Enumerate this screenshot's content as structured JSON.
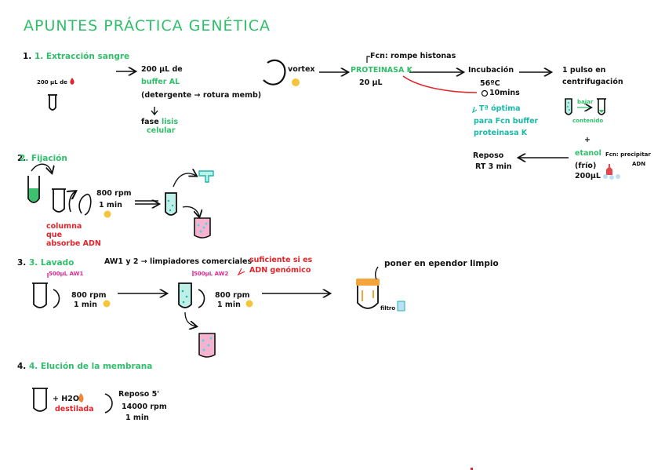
{
  "title": "APUNTES PRÁCTICA GENÉTICA",
  "colors": {
    "green": "#2fbf6a",
    "red": "#e0262b",
    "pink": "#e0268f",
    "teal": "#19b8a8",
    "tube_green": "#3cc26f",
    "pink_bag": "#f5b3d0",
    "dots": "#5fd1e0",
    "orange": "#f3a43a"
  },
  "icons": [
    "blood-drop-icon",
    "tube-icon",
    "vortex-arrow-icon",
    "emoji-icon",
    "arrow-icon",
    "thermometer-icon",
    "ethanol-icon",
    "bottle-icon",
    "fire-icon"
  ],
  "section1": {
    "heading": "1. Extracción sangre",
    "sample": "200 µL de",
    "buffer_line1": "200 µL de",
    "buffer_line2": "buffer AL",
    "buffer_line3": "(detergente → rotura memb)",
    "lysis_prefix": "fase",
    "lysis_word": "lisis",
    "lysis_word2": "celular",
    "vortex": "vortex",
    "fcn_rompe": "Fcn: rompe histonas",
    "proteinasa": "PROTEINASA K",
    "prot_vol": "20 µL",
    "incubacion": "Incubación",
    "temp": "56ºC",
    "time": "10mins",
    "optima1": "Tª óptima",
    "optima2": "para Fcn buffer",
    "optima3": "proteinasa K",
    "pulso1": "1 pulso en",
    "pulso2": "centrifugación",
    "bajar1": "bajar",
    "bajar2": "contenido",
    "plus": "+",
    "etanol": "etanol",
    "frio": "(frío)",
    "etanol_vol": "200µL",
    "fcn_precip1": "Fcn: precipitar",
    "fcn_precip2": "ADN",
    "reposo1": "Reposo",
    "reposo2": "RT 3 min"
  },
  "section2": {
    "heading": "2. Fijación",
    "rpm": "800 rpm",
    "min": "1 min",
    "columna1": "columna",
    "columna2": "que",
    "columna3": "absorbe ADN"
  },
  "section3": {
    "heading": "3. Lavado",
    "aw1": "500µL AW1",
    "aw12": "AW1 y 2 → limpiadores comerciales",
    "aw2": "500µL AW2",
    "suficiente1": "suficiente si es",
    "suficiente2": "ADN genómico",
    "rpm1": "800 rpm",
    "min1": "1 min",
    "rpm2": "800 rpm",
    "min2": "1 min",
    "poner": "poner en ependor limpio",
    "filtro": "filtro"
  },
  "section4": {
    "heading": "4. Elución de la membrana",
    "h2o": "+ H2O",
    "destilada": "destilada",
    "reposo": "Reposo 5'",
    "rpm": "14000 rpm",
    "min": "1 min"
  }
}
